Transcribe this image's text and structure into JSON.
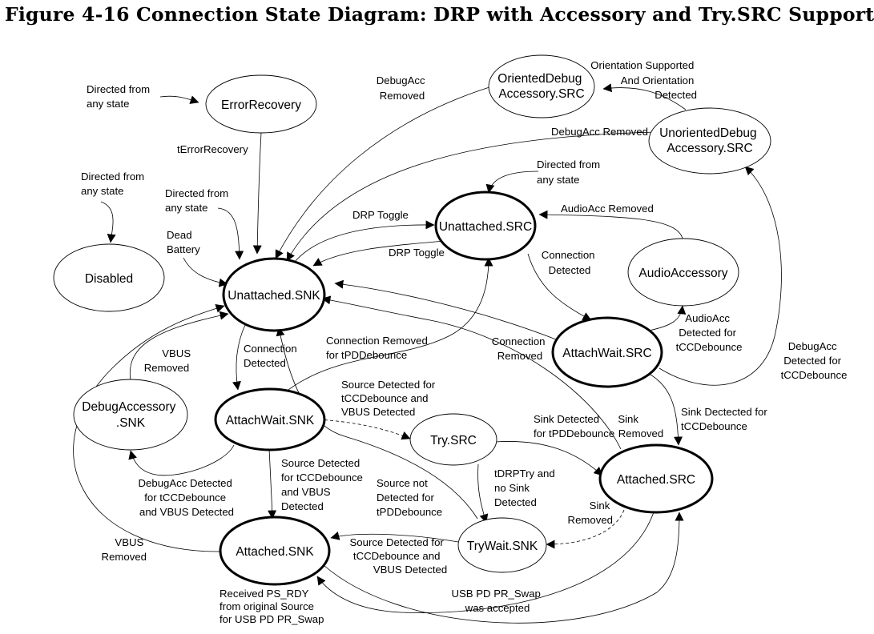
{
  "title": "Figure 4-16  Connection State Diagram: DRP with Accessory and Try.SRC Support",
  "colors": {
    "ink": "#000000",
    "background": "#ffffff"
  },
  "states": {
    "error_recovery": [
      "ErrorRecovery"
    ],
    "disabled": [
      "Disabled"
    ],
    "unattached_snk": [
      "Unattached.SNK"
    ],
    "unattached_src": [
      "Unattached.SRC"
    ],
    "oriented_debug_src": [
      "OrientedDebug",
      "Accessory.SRC"
    ],
    "unoriented_debug_src": [
      "UnorientedDebug",
      "Accessory.SRC"
    ],
    "audio_accessory": [
      "AudioAccessory"
    ],
    "attachwait_src": [
      "AttachWait.SRC"
    ],
    "attachwait_snk": [
      "AttachWait.SNK"
    ],
    "debug_accessory_snk": [
      "DebugAccessory",
      ".SNK"
    ],
    "try_src": [
      "Try.SRC"
    ],
    "attached_src": [
      "Attached.SRC"
    ],
    "attached_snk": [
      "Attached.SNK"
    ],
    "trywait_snk": [
      "TryWait.SNK"
    ]
  },
  "labels": {
    "directed_any_error": [
      "Directed from",
      "any state"
    ],
    "directed_any_disabled": [
      "Directed from",
      "any state"
    ],
    "directed_any_snk": [
      "Directed from",
      "any state"
    ],
    "directed_any_src": [
      "Directed from",
      "any state"
    ],
    "t_error_recovery": [
      "tErrorRecovery"
    ],
    "dead_battery": [
      "Dead",
      "Battery"
    ],
    "debugacc_removed_oriented": [
      "DebugAcc",
      "Removed"
    ],
    "debugacc_removed_unoriented": [
      "DebugAcc Removed"
    ],
    "orientation_supported": [
      "Orientation Supported",
      "And Orientation",
      "Detected"
    ],
    "drp_toggle_to_src": [
      "DRP Toggle"
    ],
    "drp_toggle_to_snk": [
      "DRP Toggle"
    ],
    "audioacc_removed": [
      "AudioAcc Removed"
    ],
    "connection_detected_src": [
      "Connection",
      "Detected"
    ],
    "audioacc_detected": [
      "AudioAcc",
      "Detected for",
      "tCCDebounce"
    ],
    "debugacc_detected_src": [
      "DebugAcc",
      "Detected for",
      "tCCDebounce"
    ],
    "connection_removed_attachwait_src": [
      "Connection",
      "Removed"
    ],
    "connection_removed_tpd": [
      "Connection  Removed",
      "for tPDDebounce"
    ],
    "connection_detected_snk": [
      "Connection",
      "Detected"
    ],
    "vbus_removed_debug": [
      "VBUS",
      "Removed"
    ],
    "source_detected_try": [
      "Source Detected for",
      "tCCDebounce and",
      "VBUS Detected"
    ],
    "sink_detected_tpd": [
      "Sink Detected",
      "for tPDDebounce"
    ],
    "sink_removed_attached_src": [
      "Sink",
      "Removed"
    ],
    "sink_detected_attachwait_src": [
      "Sink Dectected for",
      "tCCDebounce"
    ],
    "debugacc_detected_snk": [
      "DebugAcc Detected",
      "for tCCDebounce",
      "and VBUS Detected"
    ],
    "source_detected_attached_snk": [
      "Source Detected",
      "for tCCDebounce",
      "and VBUS",
      "Detected"
    ],
    "source_not_detected": [
      "Source not",
      "Detected for",
      "tPDDebounce"
    ],
    "tdrptry_no_sink": [
      "tDRPTry and",
      "no Sink",
      "Detected"
    ],
    "sink_removed_trywait": [
      "Sink",
      "Removed"
    ],
    "vbus_removed_attached_snk": [
      "VBUS",
      "Removed"
    ],
    "source_detected_trywait": [
      "Source Detected for",
      "tCCDebounce and",
      "VBUS Detected"
    ],
    "received_ps_rdy": [
      "Received PS_RDY",
      "from original Source",
      "for USB PD PR_Swap"
    ],
    "usb_pd_pr_swap": [
      "USB PD PR_Swap",
      "was accepted"
    ]
  }
}
